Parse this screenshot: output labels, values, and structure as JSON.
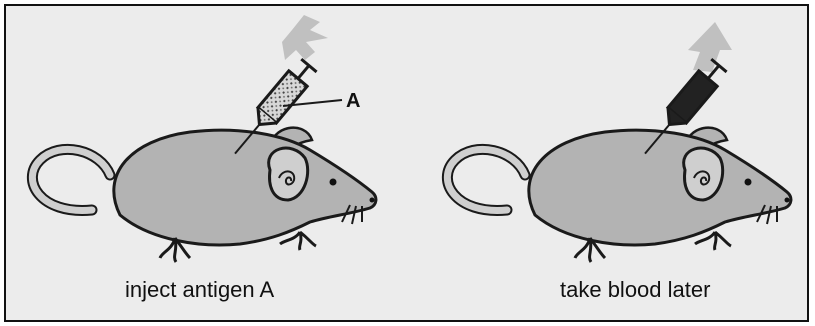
{
  "panels": [
    {
      "caption": "inject antigen A",
      "label": "A"
    },
    {
      "caption": "take blood later"
    }
  ],
  "colors": {
    "background": "#ececec",
    "mouse_body": "#b3b3b3",
    "outline": "#1a1a1a",
    "arrow": "#c0c0c0",
    "syringe_antigen_fill": "#cfcfcf",
    "syringe_blood_fill": "#222222"
  },
  "icons": {
    "left_arrow": "arrow-in-icon",
    "right_arrow": "arrow-out-icon"
  }
}
